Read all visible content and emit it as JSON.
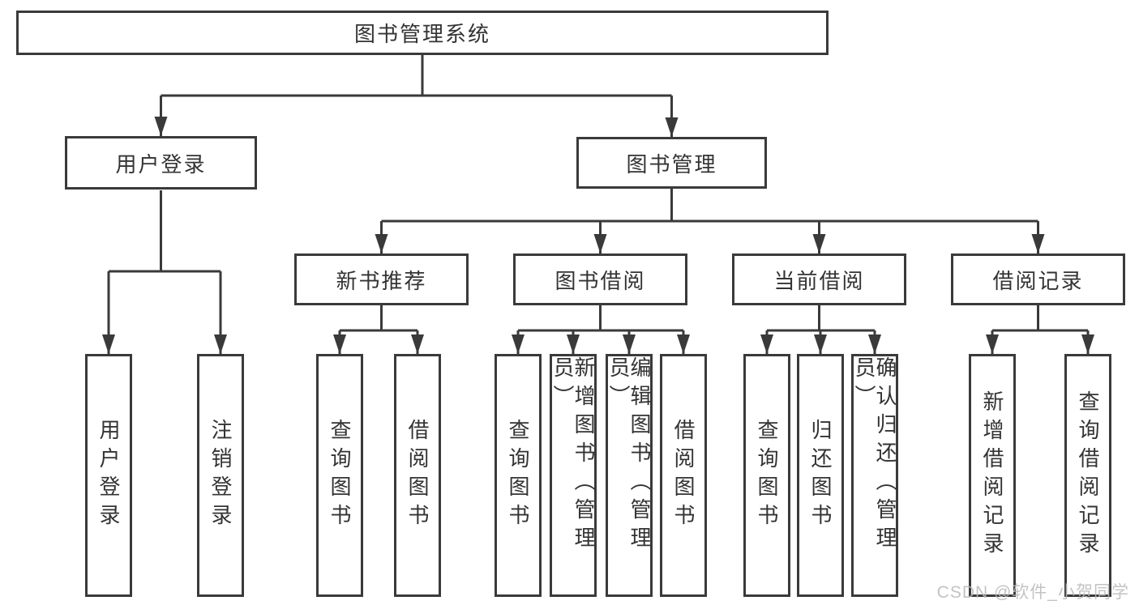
{
  "diagram": {
    "root_label": "图书管理系统",
    "level2": [
      {
        "label": "用户登录"
      },
      {
        "label": "图书管理"
      }
    ],
    "level3": [
      {
        "label": "新书推荐"
      },
      {
        "label": "图书借阅"
      },
      {
        "label": "当前借阅"
      },
      {
        "label": "借阅记录"
      }
    ],
    "leaves": {
      "user_login": [
        "用户登录",
        "注销登录"
      ],
      "new_book": [
        "查询图书",
        "借阅图书"
      ],
      "book_borrow": [
        "查询图书",
        "新增图书（管理员）",
        "编辑图书（管理员）",
        "借阅图书"
      ],
      "current_borrow": [
        "查询图书",
        "归还图书",
        "确认归还（管理员）"
      ],
      "borrow_record": [
        "新增借阅记录",
        "查询借阅记录"
      ]
    },
    "colors": {
      "line": "#3a3a3a",
      "text": "#333333",
      "box_background": "#ffffff",
      "watermark": "#bababa"
    },
    "watermark": "CSDN @软件_小贺同学"
  }
}
